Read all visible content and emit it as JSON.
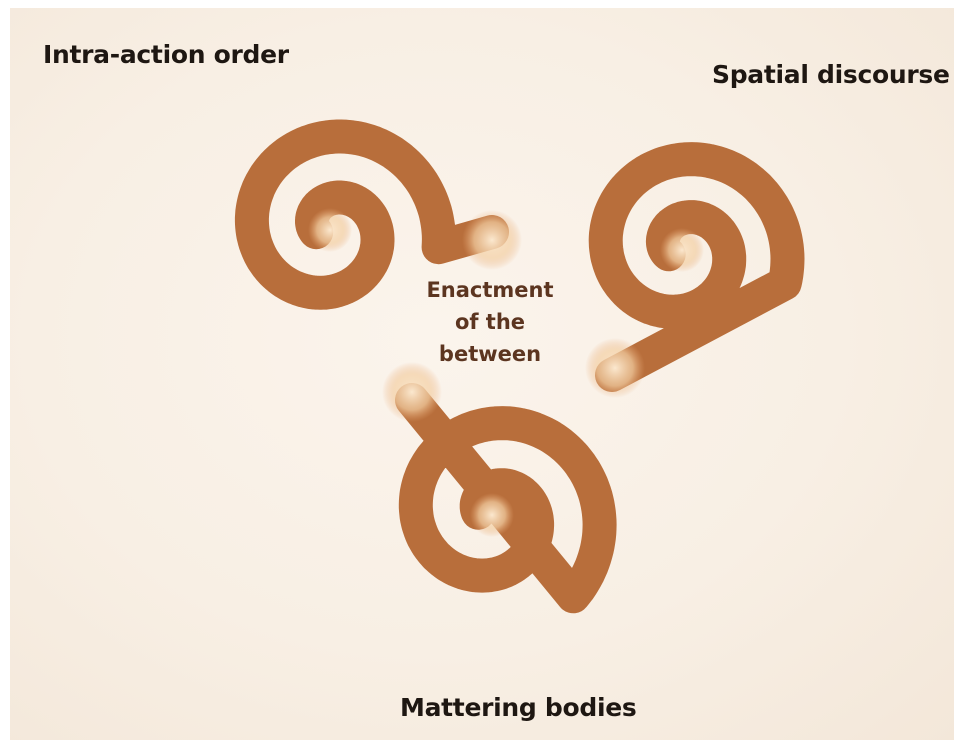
{
  "labels": {
    "top_left": "Intra-action order",
    "top_right": "Spatial discourse",
    "bottom": "Mattering bodies"
  },
  "center": {
    "lines": [
      "Enactment",
      "of the",
      "between"
    ]
  },
  "colors": {
    "spiral": "#b86e3b",
    "spiral_dark": "#a65d2f",
    "glow": "#f6d9b4",
    "center_text": "#5c3520",
    "label_text": "#1e1712",
    "background": "#f8efe4"
  }
}
